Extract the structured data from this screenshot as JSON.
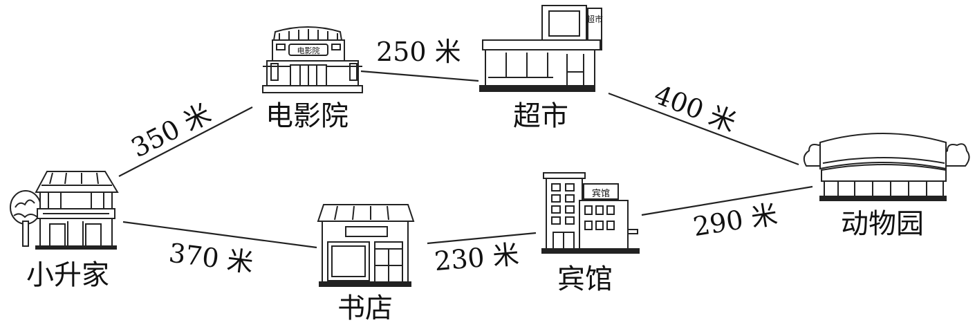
{
  "places": {
    "home": "小升家",
    "cinema": "电影院",
    "supermarket": "超市",
    "zoo": "动物园",
    "bookstore": "书店",
    "hotel": "宾馆"
  },
  "signs": {
    "cinema": "电影院",
    "supermarket": "超市",
    "hotel": "宾馆"
  },
  "distances": {
    "home_cinema": "350 米",
    "cinema_supermarket": "250 米",
    "supermarket_zoo": "400 米",
    "home_bookstore": "370 米",
    "bookstore_hotel": "230 米",
    "hotel_zoo": "290 米"
  }
}
